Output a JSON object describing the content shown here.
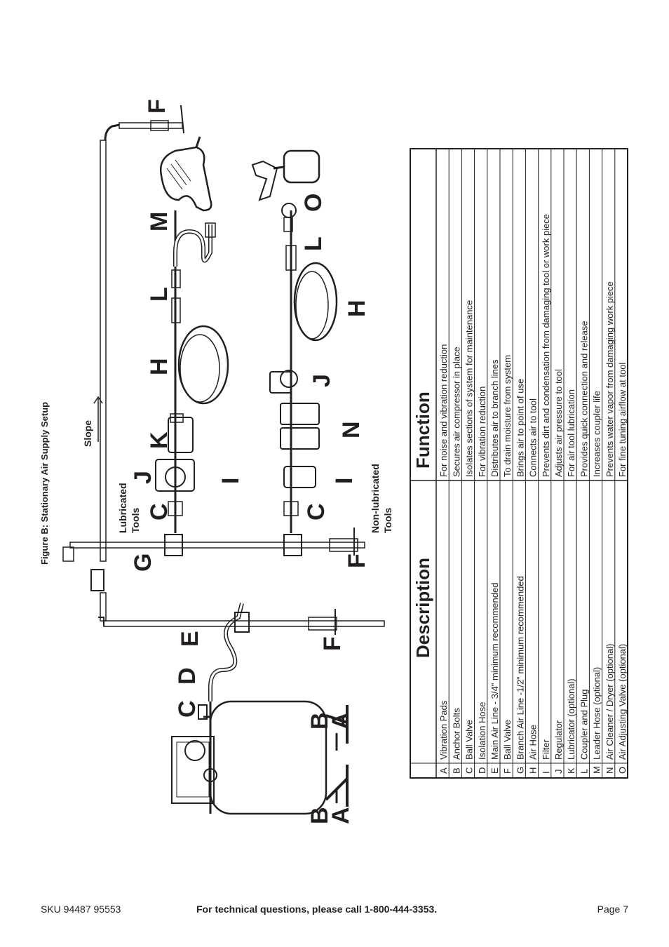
{
  "figure": {
    "title": "Figure B:  Stationary Air Supply Setup",
    "slope_label": "Slope",
    "lubricated_label": [
      "Lubricated",
      "Tools"
    ],
    "nonlubricated_label": [
      "Non-lubricated",
      "Tools"
    ]
  },
  "table": {
    "header_description": "Description",
    "header_function": "Function",
    "rows": [
      {
        "key": "A",
        "description": "Vibration Pads",
        "function": "For noise and vibration reduction"
      },
      {
        "key": "B",
        "description": "Anchor Bolts",
        "function": "Secures air compressor in place"
      },
      {
        "key": "C",
        "description": "Ball Valve",
        "function": "Isolates sections of system for maintenance"
      },
      {
        "key": "D",
        "description": "Isolation Hose",
        "function": "For vibration reduction"
      },
      {
        "key": "E",
        "description": "Main Air Line - 3/4\" minimum recommended",
        "function": "Distributes air to branch lines"
      },
      {
        "key": "F",
        "description": "Ball Valve",
        "function": "To drain moisture from system"
      },
      {
        "key": "G",
        "description": "Branch Air Line -1/2\" minimum recommended",
        "function": "Brings air to point of use"
      },
      {
        "key": "H",
        "description": "Air Hose",
        "function": "Connects air to tool"
      },
      {
        "key": "I",
        "description": "Filter",
        "function": "Prevents dirt and condensation from damaging tool or work piece"
      },
      {
        "key": "J",
        "description": "Regulator",
        "function": "Adjusts air pressure to tool"
      },
      {
        "key": "K",
        "description": "Lubricator (optional)",
        "function": "For air tool lubrication"
      },
      {
        "key": "L",
        "description": "Coupler and Plug",
        "function": "Provides quick connection and release"
      },
      {
        "key": "M",
        "description": "Leader Hose (optional)",
        "function": "Increases coupler life"
      },
      {
        "key": "N",
        "description": "Air Cleaner / Dryer (optional)",
        "function": "Prevents water vapor from damaging work piece"
      },
      {
        "key": "O",
        "description": "Air Adjusting Valve (optional)",
        "function": "For fine tuning airflow at tool"
      }
    ]
  },
  "footer": {
    "sku": "SKU 94487 95553",
    "tech": "For technical questions, please call 1-800-444-3353.",
    "page": "Page 7"
  }
}
